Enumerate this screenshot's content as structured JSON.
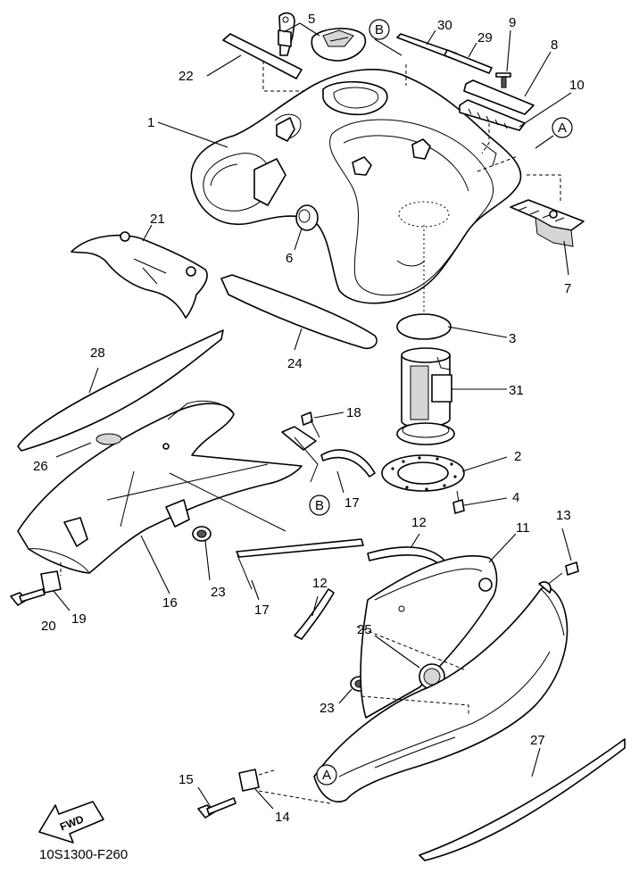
{
  "diagram_code": "10S1300-F260",
  "fwd_label": "FWD",
  "ref_marks": {
    "A": "A",
    "B": "B"
  },
  "callouts": {
    "p1": "1",
    "p2": "2",
    "p3": "3",
    "p4": "4",
    "p5": "5",
    "p6": "6",
    "p7": "7",
    "p8": "8",
    "p9": "9",
    "p10": "10",
    "p11": "11",
    "p12a": "12",
    "p12b": "12",
    "p13": "13",
    "p14": "14",
    "p15": "15",
    "p16": "16",
    "p17a": "17",
    "p17b": "17",
    "p18": "18",
    "p19": "19",
    "p20": "20",
    "p21": "21",
    "p22": "22",
    "p23a": "23",
    "p23b": "23",
    "p24": "24",
    "p25": "25",
    "p26": "26",
    "p27": "27",
    "p28": "28",
    "p29": "29",
    "p30": "30",
    "p31": "31"
  }
}
